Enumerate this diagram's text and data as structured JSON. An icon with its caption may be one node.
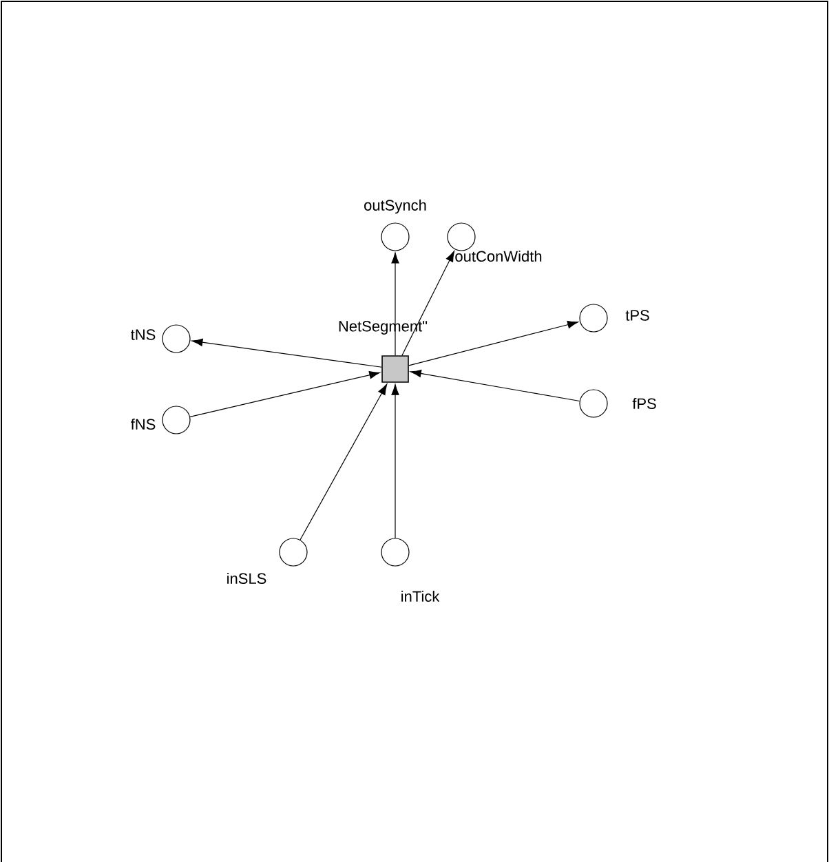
{
  "diagram": {
    "nodes": [
      {
        "text": [],
        "shape": "box",
        "beside": [
          "NetSegment\""
        ]
      },
      {
        "text": [],
        "shape": "circle",
        "beside": [
          "outSynch"
        ]
      },
      {
        "text": [],
        "shape": "circle",
        "beside": [
          "outConWidth"
        ]
      },
      {
        "text": [],
        "shape": "circle",
        "beside": [
          "tNS"
        ]
      },
      {
        "text": [],
        "shape": "circle",
        "beside": [
          "tPS"
        ]
      },
      {
        "text": [],
        "shape": "circle",
        "beside": [
          "fNS"
        ]
      },
      {
        "text": [],
        "shape": "circle",
        "beside": [
          "fPS"
        ]
      },
      {
        "text": [],
        "shape": "circle",
        "beside": [
          "inSLS"
        ]
      },
      {
        "text": [],
        "shape": "circle",
        "beside": [
          "inTick"
        ]
      }
    ],
    "edges": [
      {
        "from": 0,
        "to": 1,
        "arrow": "to"
      },
      {
        "from": 0,
        "to": 2,
        "arrow": "to"
      },
      {
        "from": 0,
        "to": 3,
        "arrow": "to"
      },
      {
        "from": 0,
        "to": 4,
        "arrow": "to"
      },
      {
        "from": 5,
        "to": 0,
        "arrow": "to"
      },
      {
        "from": 6,
        "to": 0,
        "arrow": "to"
      },
      {
        "from": 7,
        "to": 0,
        "arrow": "to"
      },
      {
        "from": 8,
        "to": 0,
        "arrow": "to"
      }
    ]
  }
}
